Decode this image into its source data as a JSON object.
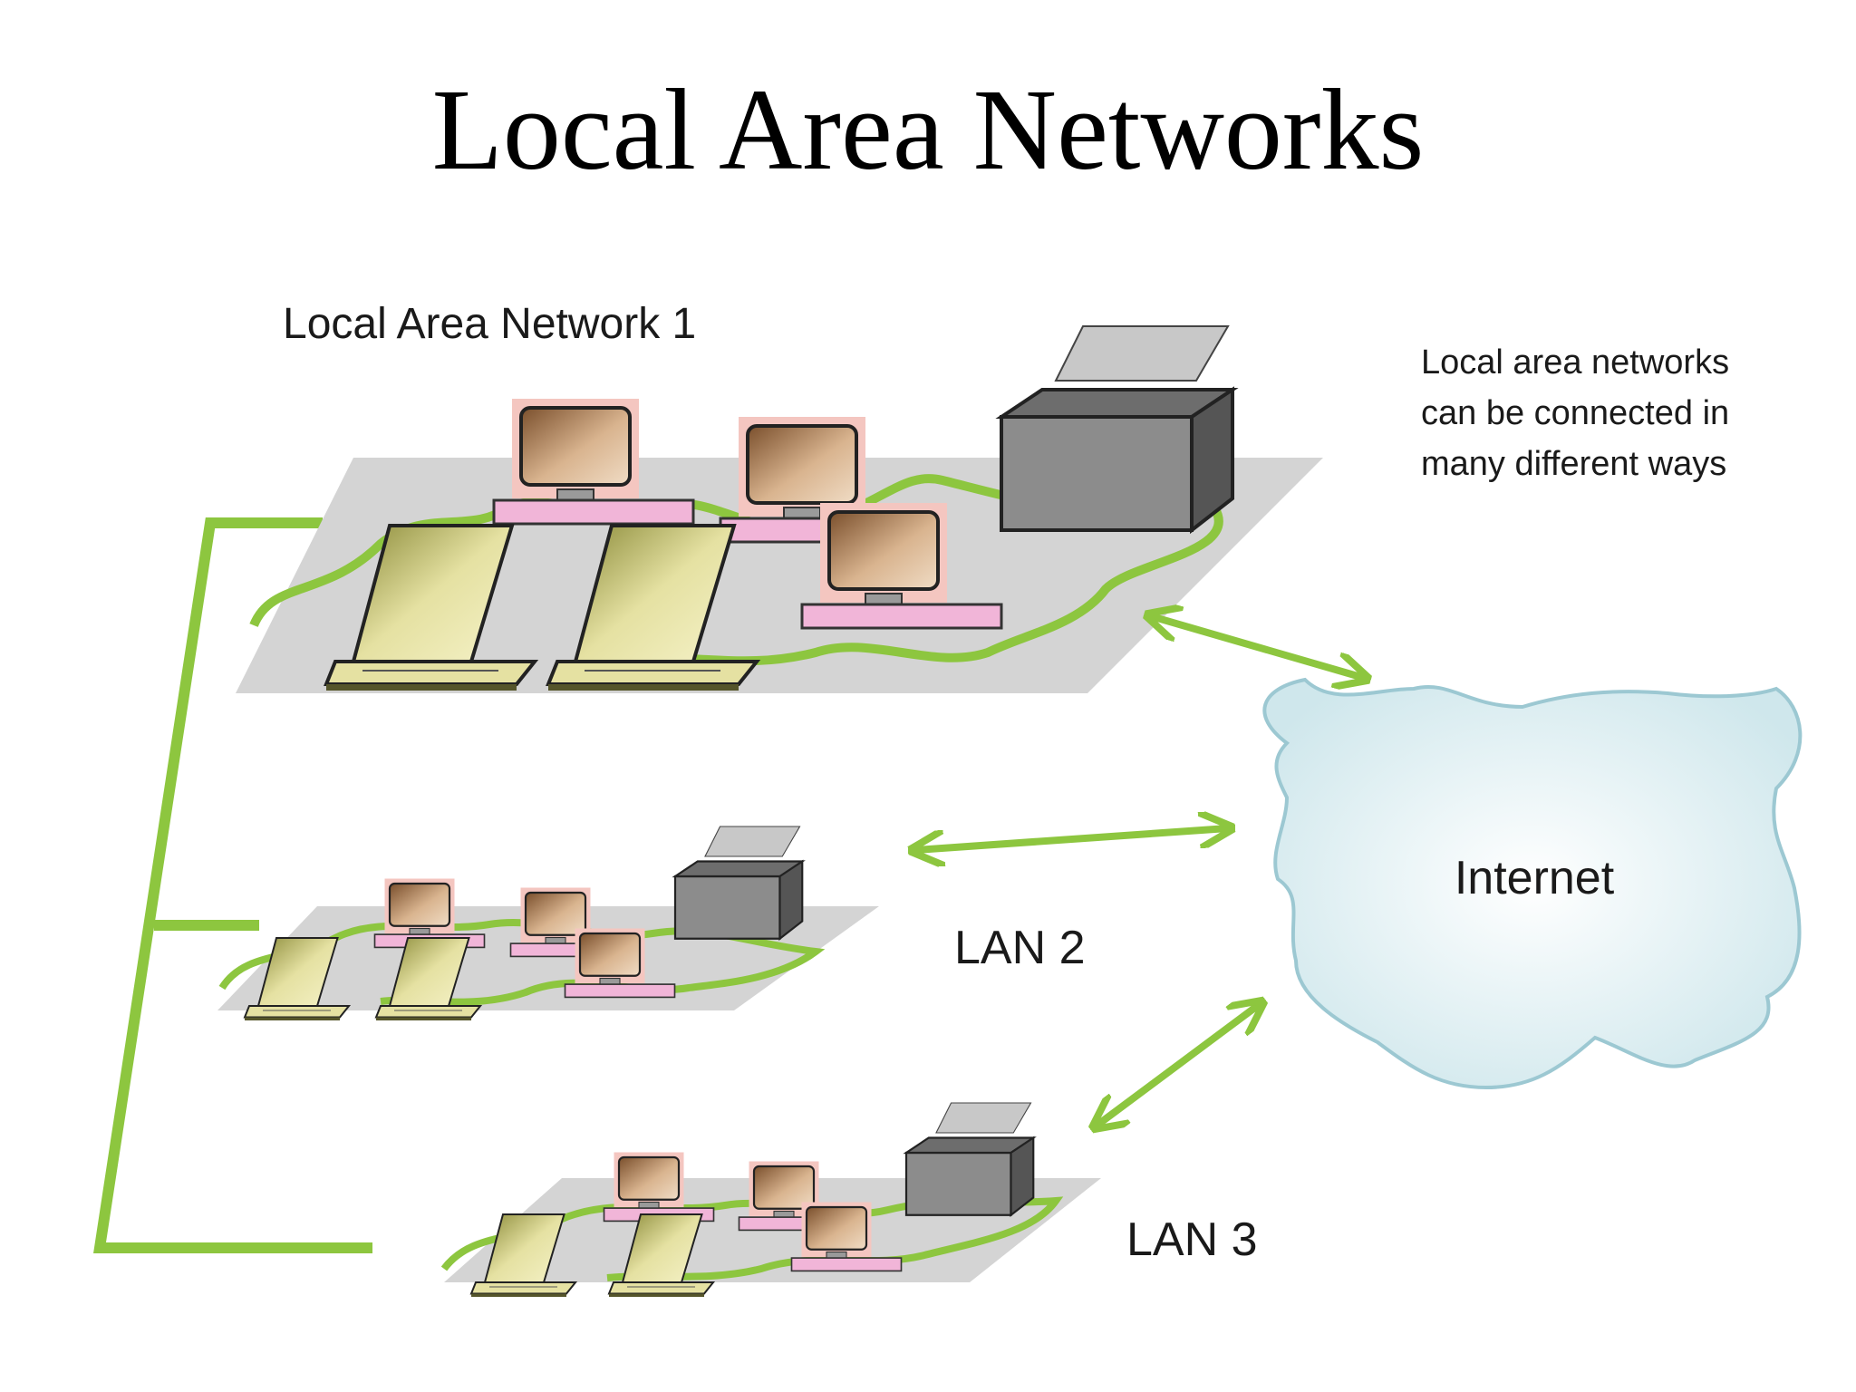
{
  "title": "Local Area Networks",
  "labels": {
    "lan1": "Local Area Network 1",
    "lan2": "LAN 2",
    "lan3": "LAN 3",
    "internet": "Internet",
    "note_line1": "Local area networks",
    "note_line2": "can be connected in",
    "note_line3": "many different ways"
  },
  "colors": {
    "cable": "#8dc63f",
    "platform": "#d4d4d4",
    "printer": "#8c8c8c",
    "monitor": "#c9a07a",
    "monitor_bg": "#f4c6c0",
    "desk": "#f1b5d8",
    "laptop": "#d8d48a",
    "cloud": "#dff0f3",
    "cloud_edge": "#9cc8d2"
  },
  "icons": [
    "desktop-computer-icon",
    "laptop-icon",
    "printer-icon",
    "internet-cloud-icon",
    "bidirectional-arrow-icon"
  ]
}
